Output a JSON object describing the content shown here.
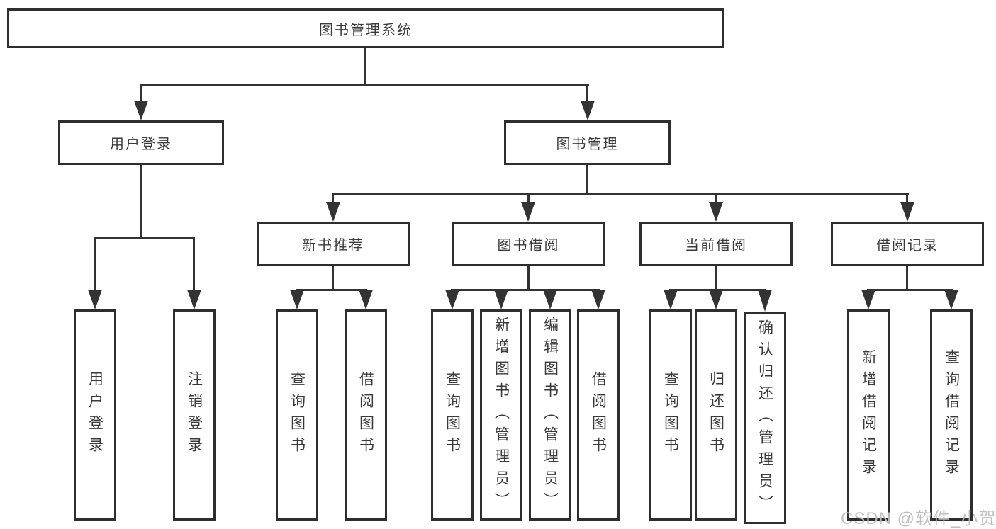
{
  "diagram_title": "图书管理系统",
  "tree": {
    "root": {
      "label": "图书管理系统"
    },
    "branches": [
      {
        "label": "用户登录",
        "children": [
          {
            "label": "用户登录"
          },
          {
            "label": "注销登录"
          }
        ]
      },
      {
        "label": "图书管理",
        "children": [
          {
            "label": "新书推荐",
            "children": [
              {
                "label": "查询图书"
              },
              {
                "label": "借阅图书"
              }
            ]
          },
          {
            "label": "图书借阅",
            "children": [
              {
                "label": "查询图书"
              },
              {
                "label": "新增图书（管理员）"
              },
              {
                "label": "编辑图书（管理员）"
              },
              {
                "label": "借阅图书"
              }
            ]
          },
          {
            "label": "当前借阅",
            "children": [
              {
                "label": "查询图书"
              },
              {
                "label": "归还图书"
              },
              {
                "label": "确认归还（管理员）"
              }
            ]
          },
          {
            "label": "借阅记录",
            "children": [
              {
                "label": "新增借阅记录"
              },
              {
                "label": "查询借阅记录"
              }
            ]
          }
        ]
      }
    ]
  },
  "watermark": {
    "text": "CSDN @软件_小贺同学",
    "color": "#bdbdbd"
  },
  "colors": {
    "line": "#333333",
    "box_border": "#2e2e2e",
    "box_background": "#ffffff",
    "text": "#3a3a3a",
    "page_background": "#ffffff"
  }
}
